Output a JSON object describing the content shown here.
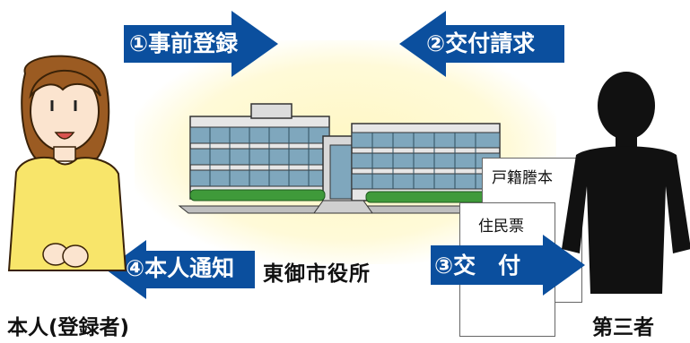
{
  "arrows": {
    "step1": "①事前登録",
    "step2": "②交付請求",
    "step3": "③交　付",
    "step4": "④本人通知"
  },
  "city_hall": "東御市役所",
  "self_label": "本人(登録者)",
  "third_party_label": "第三者",
  "documents": {
    "koseki": "戸籍謄本",
    "juminhyo": "住民票"
  },
  "colors": {
    "arrow": "#0b4f9e",
    "highlight": "#fff7c2",
    "shirt": "#f8e56a",
    "hair": "#9b5b22",
    "silhouette": "#111111"
  }
}
